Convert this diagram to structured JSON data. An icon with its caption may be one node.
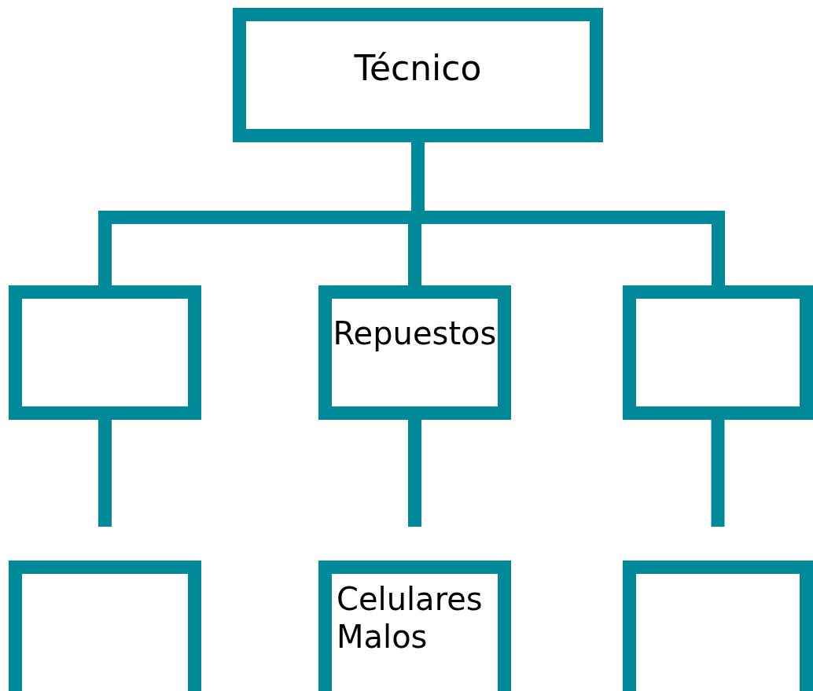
{
  "diagram": {
    "nodes": [
      {
        "text": [
          "Técnico"
        ]
      },
      {
        "text": [],
        "shape": "box"
      },
      {
        "text": [
          "Repuestos"
        ]
      },
      {
        "text": [],
        "shape": "box"
      },
      {
        "text": [],
        "shape": "box"
      },
      {
        "text": [
          "Celulares Malos"
        ]
      },
      {
        "text": [],
        "shape": "box"
      }
    ],
    "edges": [
      {
        "from": 0,
        "to": 1,
        "arrow": "none"
      },
      {
        "from": 0,
        "to": 2,
        "arrow": "none"
      },
      {
        "from": 0,
        "to": 3,
        "arrow": "none"
      },
      {
        "from": 1,
        "to": 4,
        "arrow": "none"
      },
      {
        "from": 2,
        "to": 5,
        "arrow": "none"
      },
      {
        "from": 3,
        "to": 6,
        "arrow": "none"
      }
    ]
  }
}
